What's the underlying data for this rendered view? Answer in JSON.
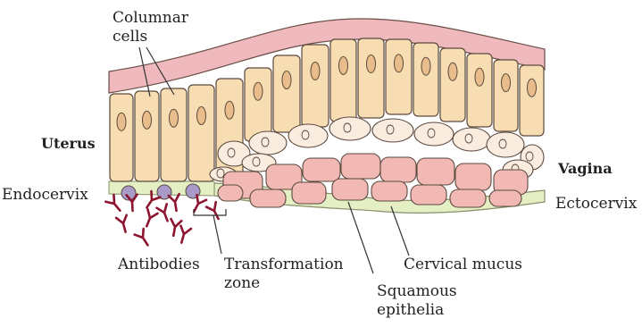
{
  "labels": {
    "columnar_cells": [
      "Columnar",
      "cells"
    ],
    "uterus": "Uterus",
    "vagina": "Vagina",
    "endocervix": "Endocervix",
    "ectocervix": "Ectocervix",
    "antibodies": "Antibodies",
    "transformation_zone": [
      "Transformation",
      "zone"
    ],
    "cervical_mucus": "Cervical mucus",
    "squamous_epithelia": [
      "Squamous",
      "epithelia"
    ]
  },
  "colors": {
    "columnar_fill": "#f8dcb2",
    "columnar_nucleus": "#e8bc8b",
    "squamous_top_fill": "#fbece0",
    "squamous_fill": "#f2b8b4",
    "top_band": "#efb9bd",
    "mucus": "#e4efc4",
    "antibody": "#8d1530",
    "antibody_cell": "#a99bc8",
    "outline": "#5b4a3f"
  }
}
